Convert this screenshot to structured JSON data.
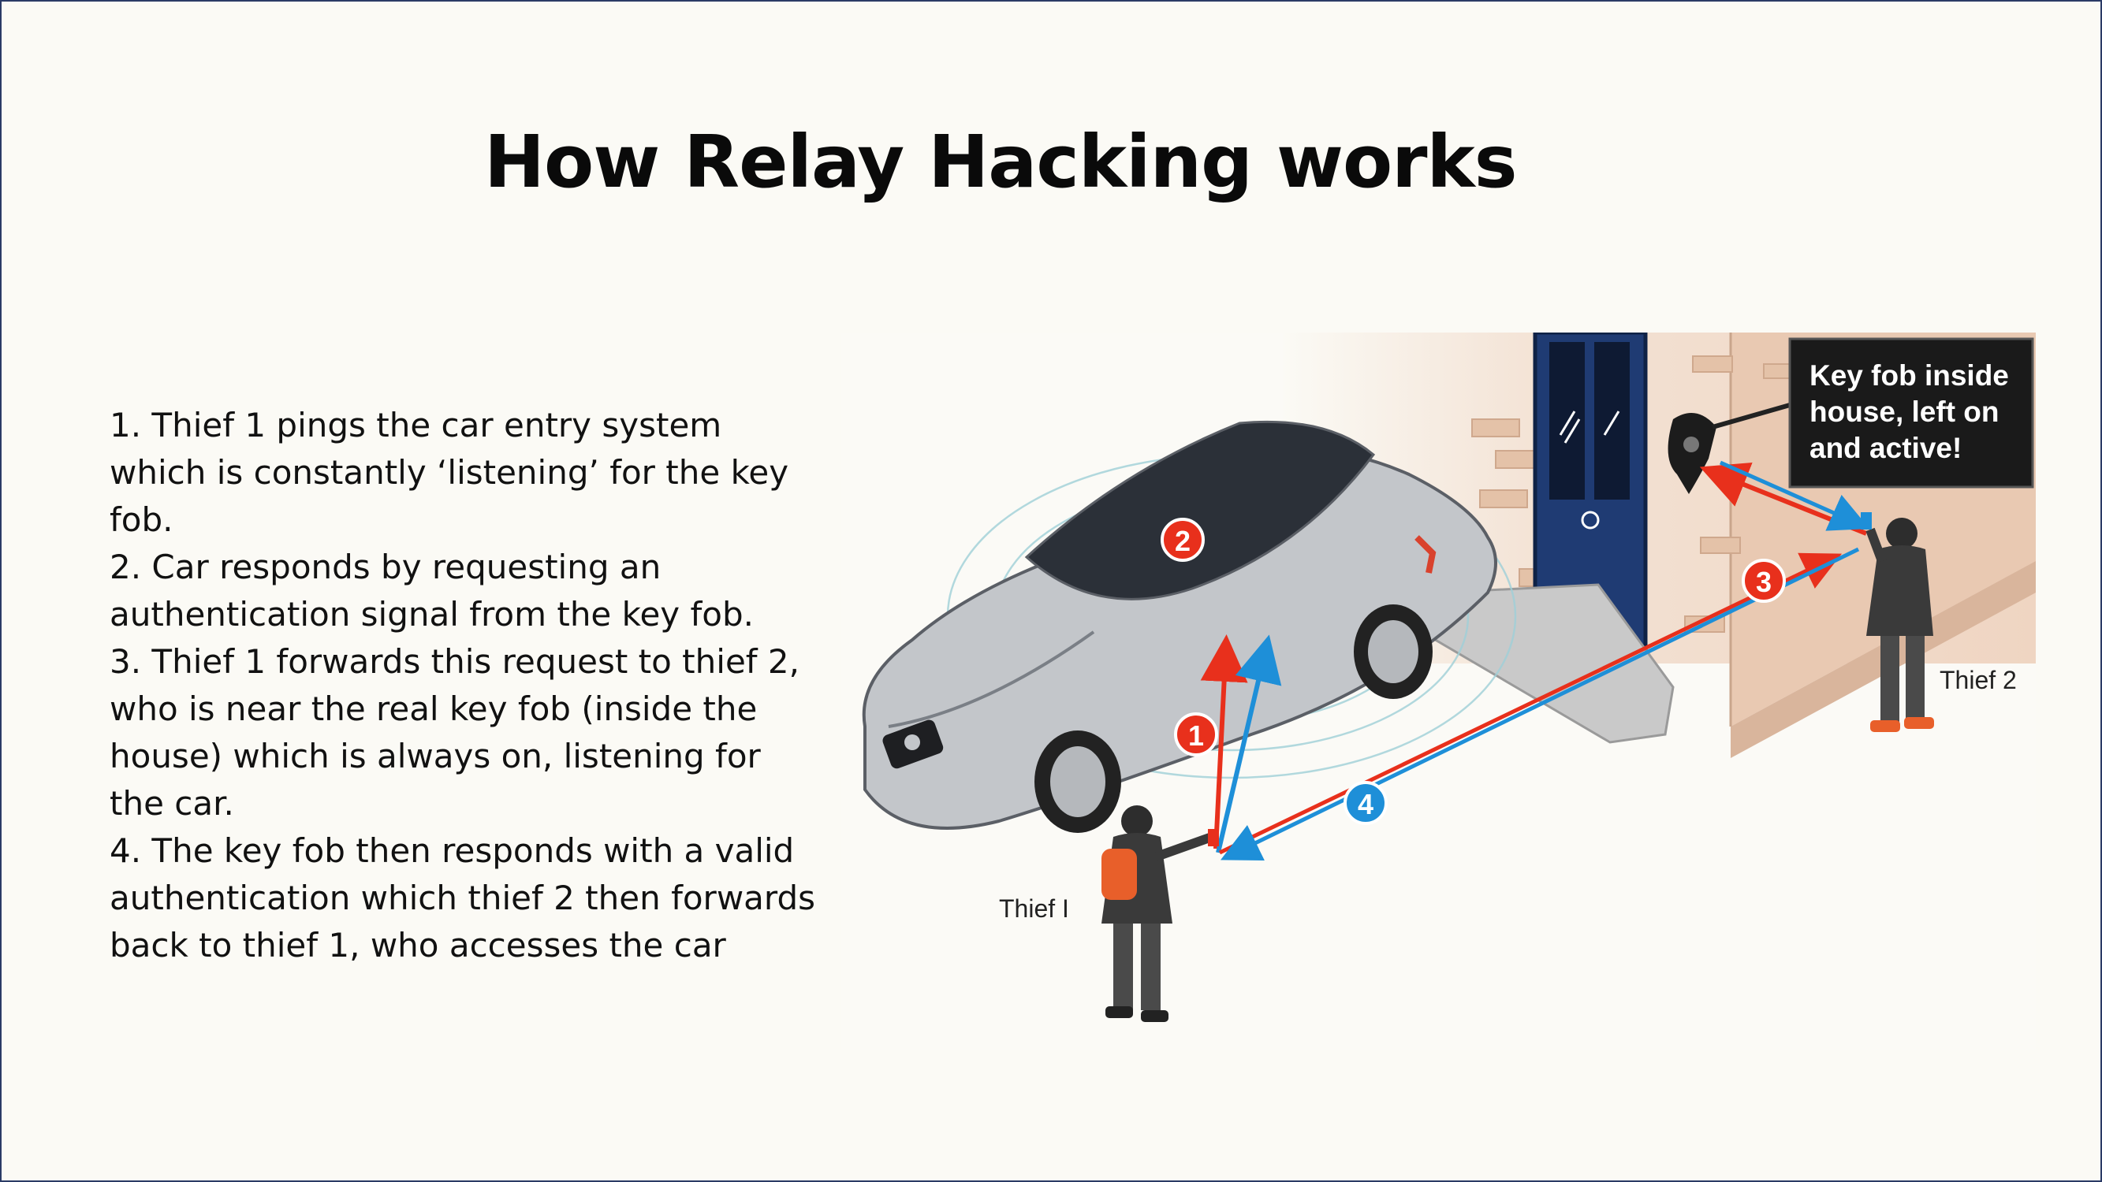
{
  "title": "How Relay Hacking works",
  "steps": [
    "1. Thief 1 pings the car entry system which is constantly ‘listening’ for the key fob.",
    "2. Car responds by requesting an authentication signal from the key fob.",
    "3. Thief 1 forwards this request to thief 2, who is near the real key fob (inside the house) which is always on, listening for the car.",
    "4. The key fob then responds with a valid authentication which thief 2 then forwards back to thief 1, who accesses the car"
  ],
  "illustration": {
    "callout_lines": [
      "Key fob inside",
      "house, left on",
      "and active!"
    ],
    "markers": [
      "1",
      "2",
      "3",
      "4"
    ],
    "thief1_label": "Thief I",
    "thief2_label": "Thief 2"
  },
  "colors": {
    "frame": "#2a3a66",
    "red_signal": "#e8301c",
    "blue_signal": "#1e8fd8",
    "door": "#1f3b73",
    "backpack": "#e85f2a"
  }
}
